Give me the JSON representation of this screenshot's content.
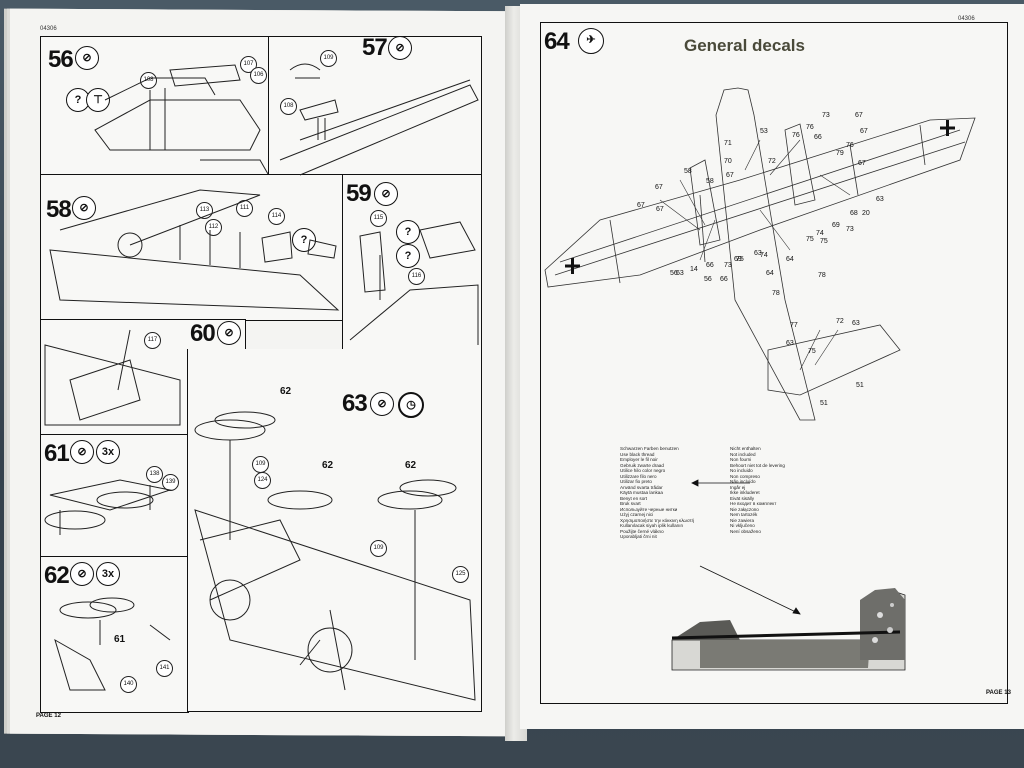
{
  "left_page": {
    "code": "04306",
    "footer": "PAGE 12",
    "steps": [
      {
        "number": "56"
      },
      {
        "number": "57"
      },
      {
        "number": "58"
      },
      {
        "number": "59"
      },
      {
        "number": "60"
      },
      {
        "number": "61",
        "multiplier": "3x"
      },
      {
        "number": "62",
        "multiplier": "3x"
      },
      {
        "number": "63"
      }
    ],
    "part_labels": {
      "s56": [
        "106",
        "107",
        "108"
      ],
      "s57": [
        "109",
        "108"
      ],
      "s58": [
        "113",
        "112",
        "111",
        "114"
      ],
      "s59": [
        "115",
        "116"
      ],
      "s60": [
        "117"
      ],
      "s61": [
        "138",
        "139"
      ],
      "s62": [
        "61",
        "141",
        "140"
      ],
      "s63": [
        "62",
        "62",
        "62",
        "109",
        "124",
        "109",
        "125"
      ]
    }
  },
  "right_page": {
    "code": "04306",
    "footer": "PAGE 13",
    "step_number": "64",
    "title": "General decals",
    "decal_numbers_top": [
      "53",
      "58",
      "76",
      "73",
      "67",
      "67",
      "71",
      "66",
      "67",
      "76",
      "67",
      "70",
      "72",
      "67",
      "58",
      "67",
      "76",
      "67",
      "79",
      "63",
      "75",
      "74",
      "69",
      "68",
      "20",
      "73",
      "56",
      "75",
      "63",
      "14",
      "66",
      "73",
      "69",
      "63",
      "64",
      "56",
      "66",
      "75",
      "74",
      "64",
      "78",
      "78"
    ],
    "decal_numbers_tail": [
      "77",
      "72",
      "63",
      "75",
      "63",
      "51",
      "51"
    ],
    "legend_left": [
      "Schwarzen Farben benutzen",
      "Use black thread",
      "Employer le fil noir",
      "Gebruik zwarte draad",
      "Utilice hilo color negro",
      "Utilizzare filo nero",
      "Utilizar fio preto",
      "Använd svarta trådar",
      "Käytä mustaa lankaa",
      "Benyt en sort",
      "Bruk svart",
      "Используйте черные нитки",
      "Użyj czarnej nici",
      "Χρησιμοποιήστε την κόκκινη κλωστή",
      "Kullanılacak siyah iplik kullanın",
      "Použijte černé vlákno",
      "Uporabljati črni nit"
    ],
    "legend_right": [
      "Nicht enthalten",
      "Not included",
      "Non fourni",
      "Behoort niet tot de levering",
      "No incluido",
      "Non compreso",
      "Não incluído",
      "Ingår ej",
      "Ikke inkluderet",
      "Eivät sisälly",
      "Не входит в комплект",
      "Nie załączono",
      "Nem tartozék",
      "Nie zawiera",
      "Ni vključeno",
      "Není obsaženo"
    ],
    "colors": {
      "paper": "#f6f6f4",
      "ink": "#111111",
      "camo": "#6e6e6a"
    }
  }
}
